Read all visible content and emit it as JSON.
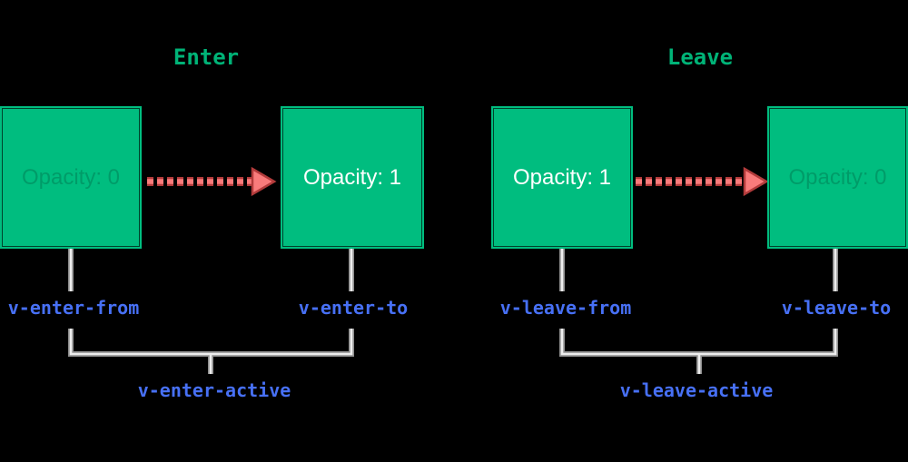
{
  "colors": {
    "bg": "#000000",
    "green": "#00bd7f",
    "green_title": "#00b377",
    "blue": "#4770f5",
    "red_fill": "#f97b7b",
    "red_stroke": "#b23b3b",
    "line_dark": "#8f8f8f",
    "line_light": "#ededed",
    "box_text": "#ffffff",
    "faded_text": "rgba(0,0,0,0.18)"
  },
  "enter": {
    "title": "Enter",
    "from_box_label": "Opacity: 0",
    "to_box_label": "Opacity: 1",
    "from_class": "v-enter-from",
    "to_class": "v-enter-to",
    "active_class": "v-enter-active"
  },
  "leave": {
    "title": "Leave",
    "from_box_label": "Opacity: 1",
    "to_box_label": "Opacity: 0",
    "from_class": "v-leave-from",
    "to_class": "v-leave-to",
    "active_class": "v-leave-active"
  }
}
